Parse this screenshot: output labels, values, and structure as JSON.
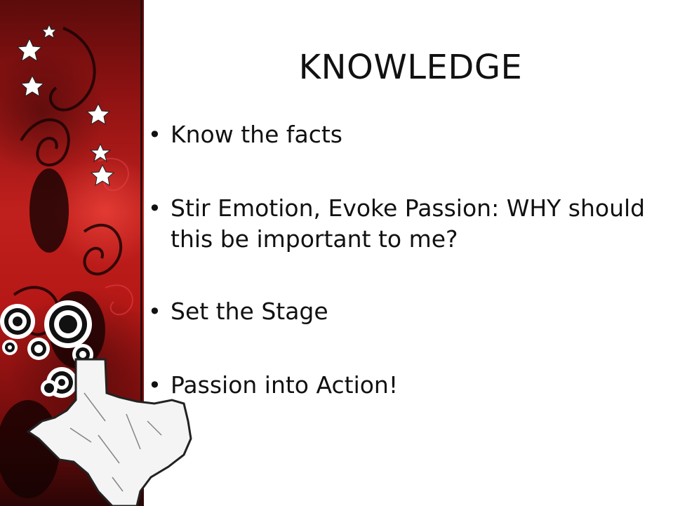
{
  "slide": {
    "title": "KNOWLEDGE",
    "bullets": [
      "Know the facts",
      "Stir Emotion, Evoke Passion: WHY should this be important to me?",
      "Set the Stage",
      "Passion into Action!"
    ]
  },
  "decoration": {
    "panel_color": "#c0201d",
    "icons": [
      "star-icon",
      "concentric-circle-icon",
      "swirl-icon",
      "texas-map-icon"
    ]
  }
}
